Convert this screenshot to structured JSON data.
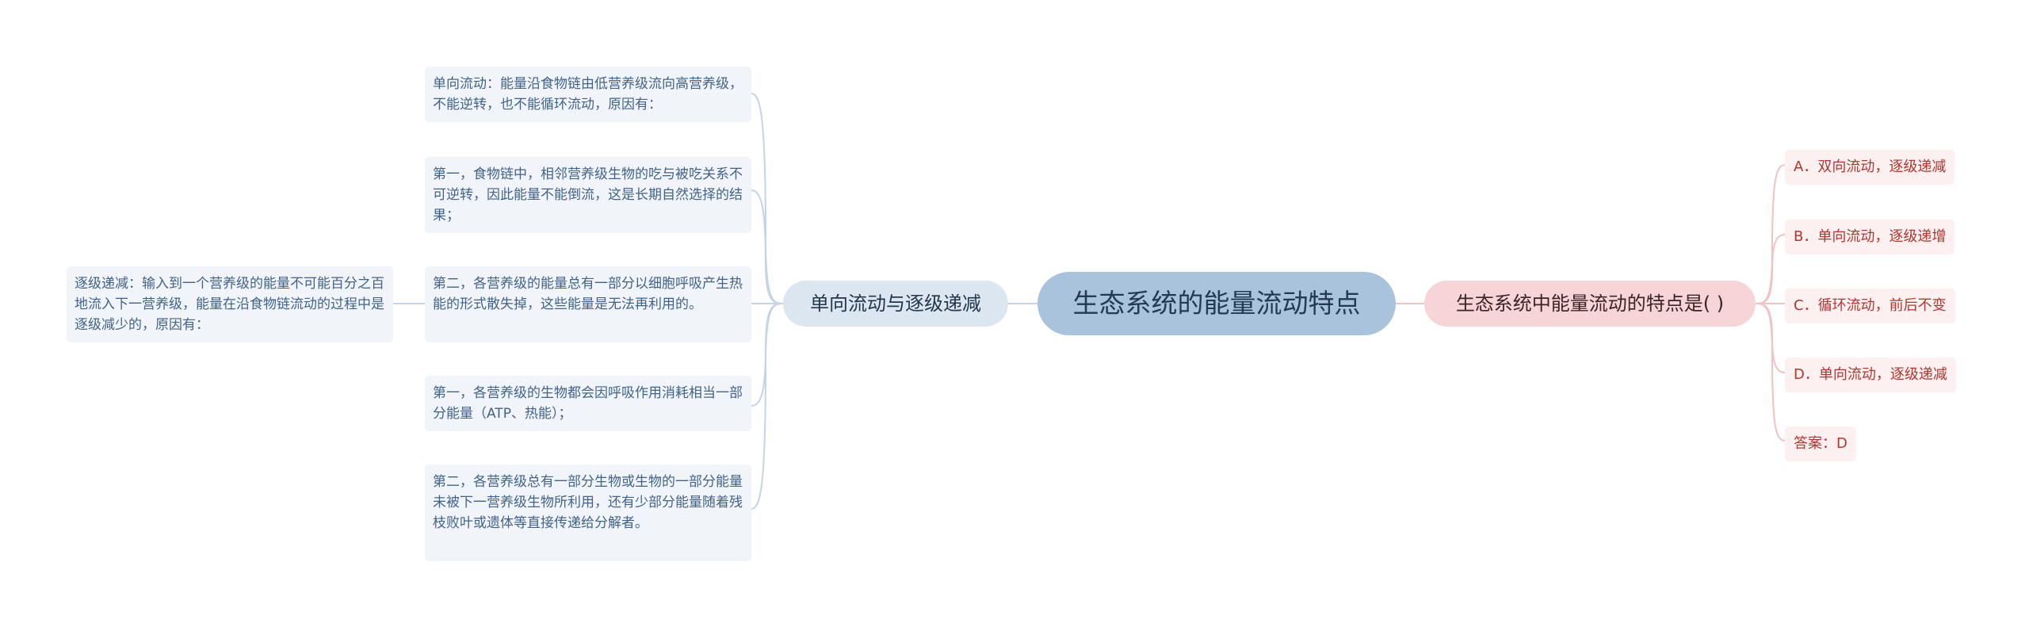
{
  "mindmap": {
    "root": "生态系统的能量流动特点",
    "left_branch": {
      "label": "单向流动与逐级递减",
      "items": [
        "单向流动：能量沿食物链由低营养级流向高营养级，不能逆转，也不能循环流动，原因有：",
        "第一，食物链中，相邻营养级生物的吃与被吃关系不可逆转，因此能量不能倒流，这是长期自然选择的结果；",
        "第二，各营养级的能量总有一部分以细胞呼吸产生热能的形式散失掉，这些能量是无法再利用的。",
        "第一，各营养级的生物都会因呼吸作用消耗相当一部分能量（ATP、热能）；",
        "第二，各营养级总有一部分生物或生物的一部分能量未被下一营养级生物所利用，还有少部分能量随着残枝败叶或遗体等直接传递给分解者。"
      ],
      "sub_item": "逐级递减：输入到一个营养级的能量不可能百分之百地流入下一营养级，能量在沿食物链流动的过程中是逐级减少的，原因有："
    },
    "right_branch": {
      "label": "生态系统中能量流动的特点是( )",
      "options": [
        "A．双向流动，逐级递减",
        "B．单向流动，逐级递增",
        "C．循环流动，前后不变",
        "D．单向流动，逐级递减",
        "答案：D"
      ]
    },
    "colors": {
      "root_fill": "#a9c3dd",
      "left_branch_fill": "#dbe6f1",
      "right_branch_fill": "#f7d4d5",
      "left_leaf_fill": "#f1f5fa",
      "left_leaf_text": "#41628a",
      "right_leaf_fill": "#fcf0f0",
      "right_leaf_text": "#b6352e",
      "left_link": "#c3d4e6",
      "right_link": "#f0c2c2"
    }
  }
}
